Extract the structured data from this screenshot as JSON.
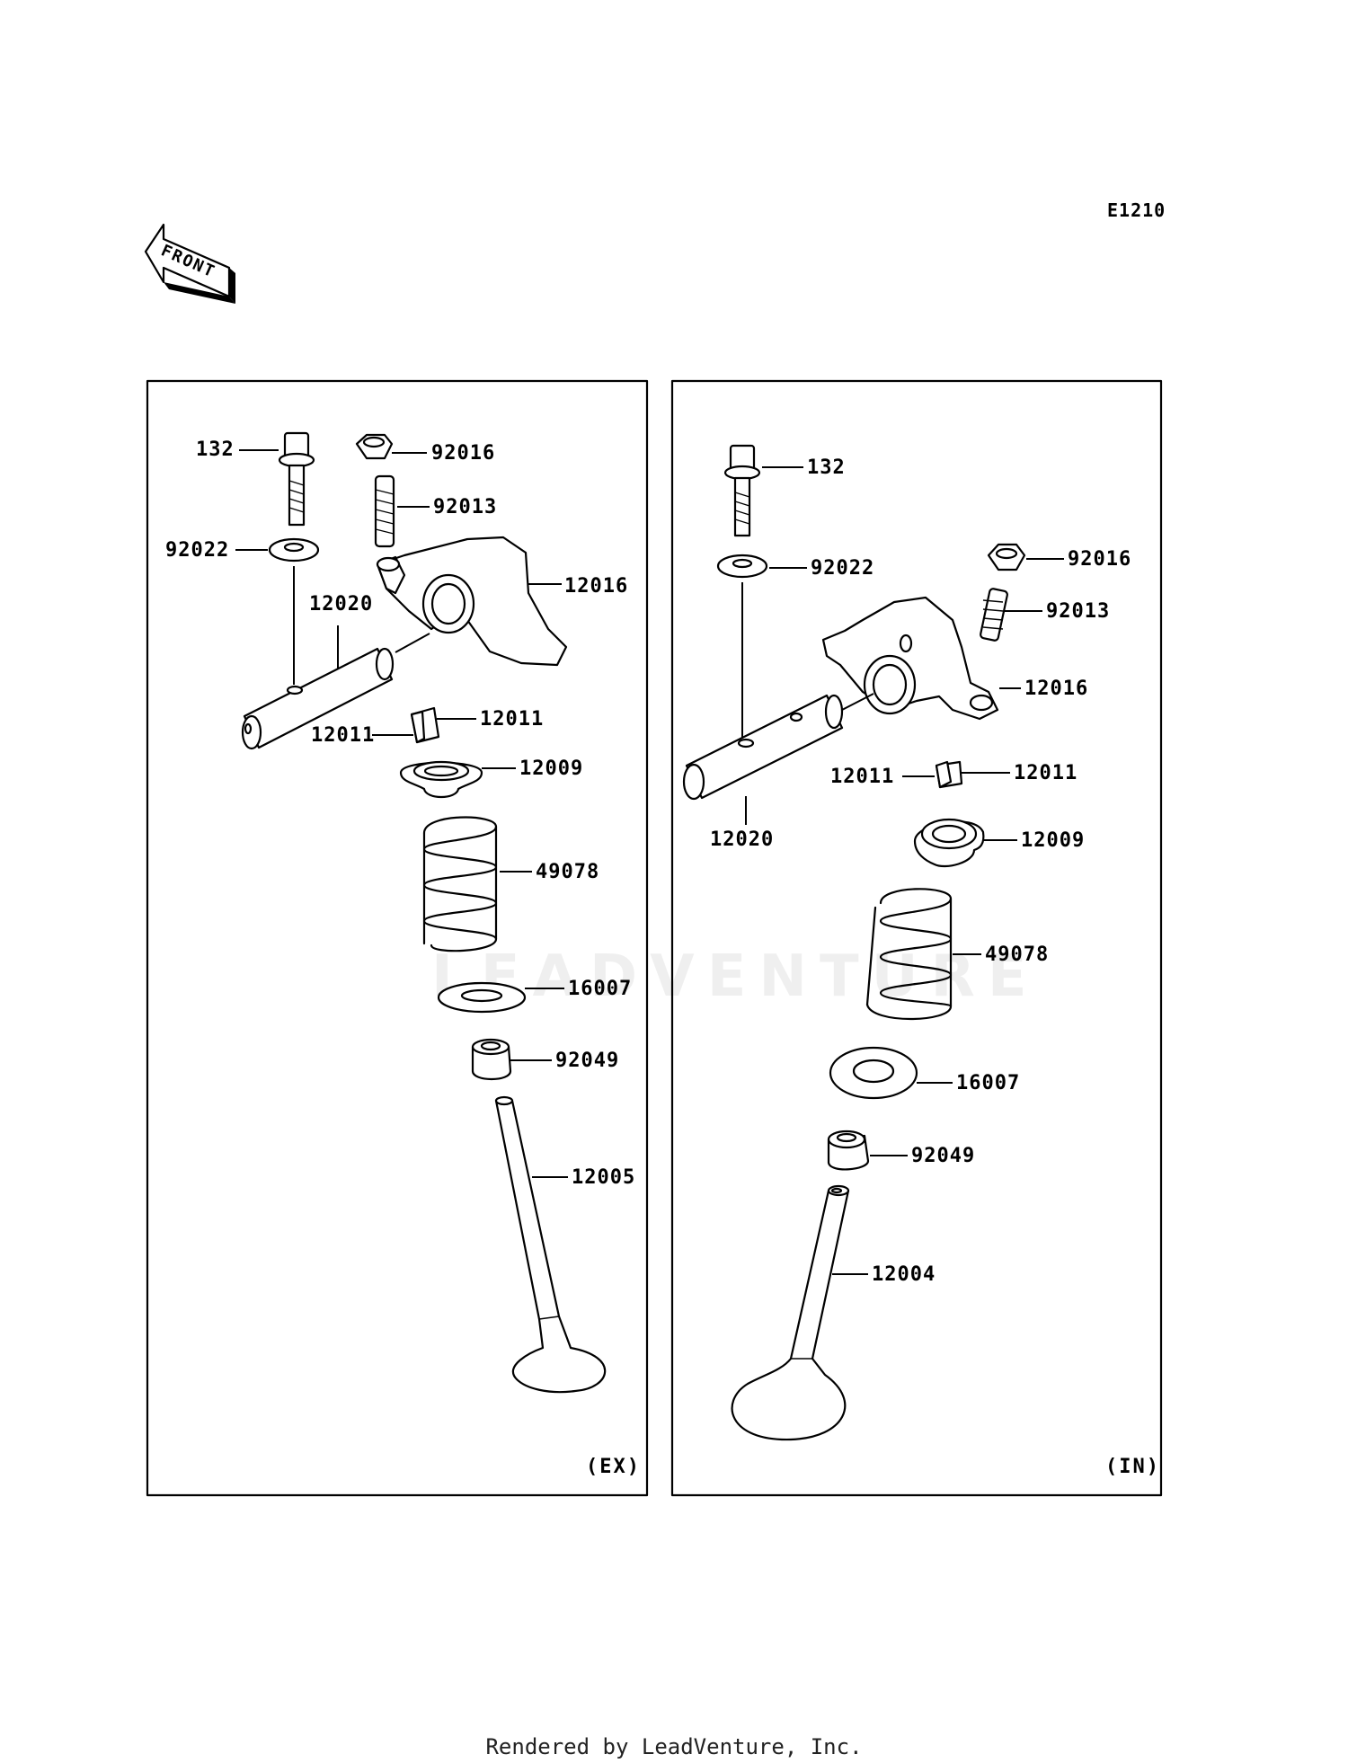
{
  "diagram_code": "E1210",
  "front_label": "FRONT",
  "footer": "Rendered by LeadVenture, Inc.",
  "watermark": "LEADVENTURE",
  "panels": {
    "ex": {
      "tag": "(EX)",
      "parts": {
        "bolt": "132",
        "nut": "92016",
        "stud": "92013",
        "washer": "92022",
        "shaft": "12020",
        "rocker_arm": "12016",
        "keeper_right": "12011",
        "keeper_left": "12011",
        "retainer": "12009",
        "spring": "49078",
        "spring_seat": "16007",
        "seal": "92049",
        "valve": "12005"
      }
    },
    "in": {
      "tag": "(IN)",
      "parts": {
        "bolt": "132",
        "washer": "92022",
        "nut": "92016",
        "stud": "92013",
        "rocker_arm": "12016",
        "keeper_left": "12011",
        "keeper_right": "12011",
        "shaft": "12020",
        "retainer": "12009",
        "spring": "49078",
        "spring_seat": "16007",
        "seal": "92049",
        "valve": "12004"
      }
    }
  }
}
